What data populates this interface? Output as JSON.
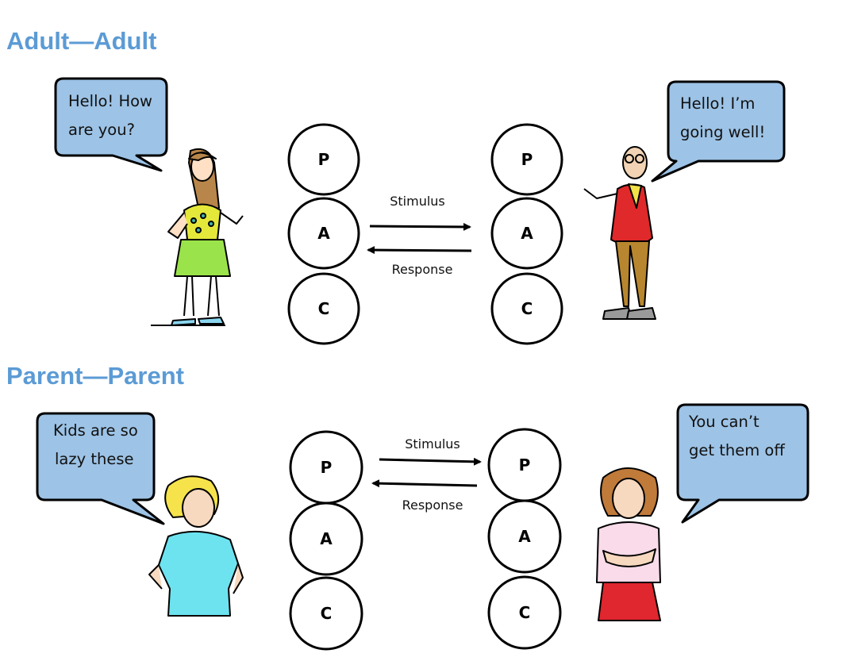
{
  "colors": {
    "title": "#5b9bd5",
    "bubble_fill": "#9dc3e6",
    "outline": "#000000"
  },
  "sections": [
    {
      "title": "Adult—Adult",
      "left_speech": [
        "Hello! How",
        "are you?"
      ],
      "right_speech": [
        "Hello! I’m",
        "going well!"
      ],
      "left_ego_states": [
        "P",
        "A",
        "C"
      ],
      "right_ego_states": [
        "P",
        "A",
        "C"
      ],
      "stimulus_label": "Stimulus",
      "response_label": "Response",
      "transaction_state": "A"
    },
    {
      "title": "Parent—Parent",
      "left_speech": [
        "Kids are so",
        "lazy these"
      ],
      "right_speech": [
        "You can’t",
        "get them off"
      ],
      "left_ego_states": [
        "P",
        "A",
        "C"
      ],
      "right_ego_states": [
        "P",
        "A",
        "C"
      ],
      "stimulus_label": "Stimulus",
      "response_label": "Response",
      "transaction_state": "P"
    }
  ]
}
